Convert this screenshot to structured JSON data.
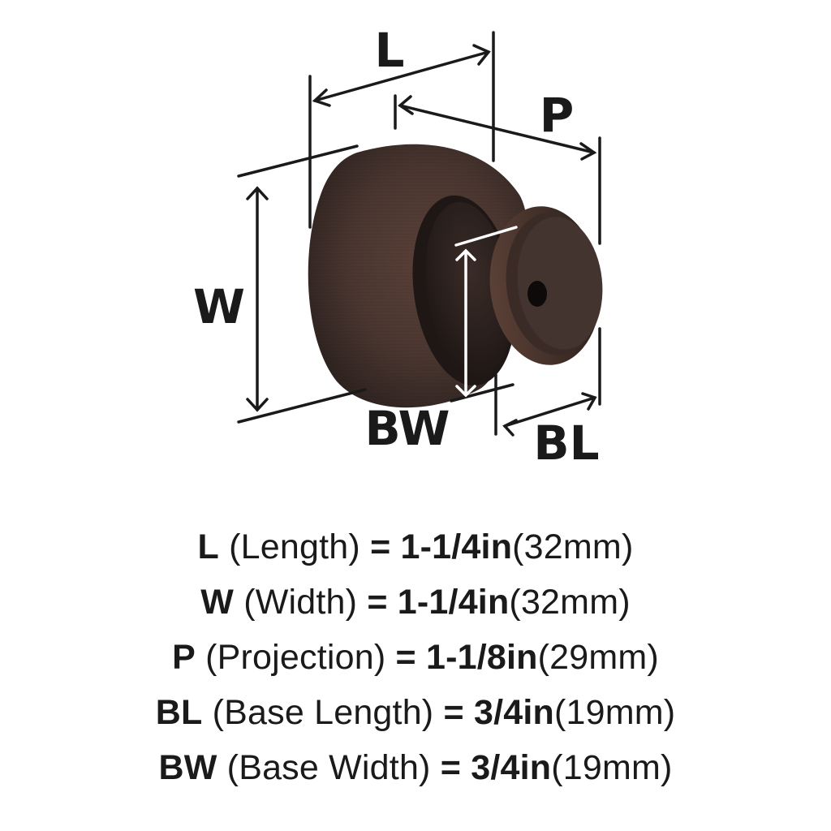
{
  "diagram": {
    "labels": {
      "L": "L",
      "P": "P",
      "W": "W",
      "BW": "BW",
      "BL": "BL"
    },
    "colors": {
      "finish_dark": "#2e2320",
      "finish_mid": "#4a3630",
      "finish_highlight": "#6a4d42",
      "dimension_line": "#1a1a1a",
      "inner_dimension_line": "#ffffff"
    }
  },
  "specs": [
    {
      "code": "L",
      "name": "(Length)",
      "eq": "=",
      "imperial": "1-1/4in",
      "metric": "(32mm)"
    },
    {
      "code": "W",
      "name": "(Width)",
      "eq": "=",
      "imperial": "1-1/4in",
      "metric": "(32mm)"
    },
    {
      "code": "P",
      "name": "(Projection)",
      "eq": "=",
      "imperial": "1-1/8in",
      "metric": "(29mm)"
    },
    {
      "code": "BL",
      "name": "(Base Length)",
      "eq": "=",
      "imperial": "3/4in",
      "metric": "(19mm)"
    },
    {
      "code": "BW",
      "name": "(Base Width)",
      "eq": "=",
      "imperial": "3/4in",
      "metric": "(19mm)"
    }
  ]
}
